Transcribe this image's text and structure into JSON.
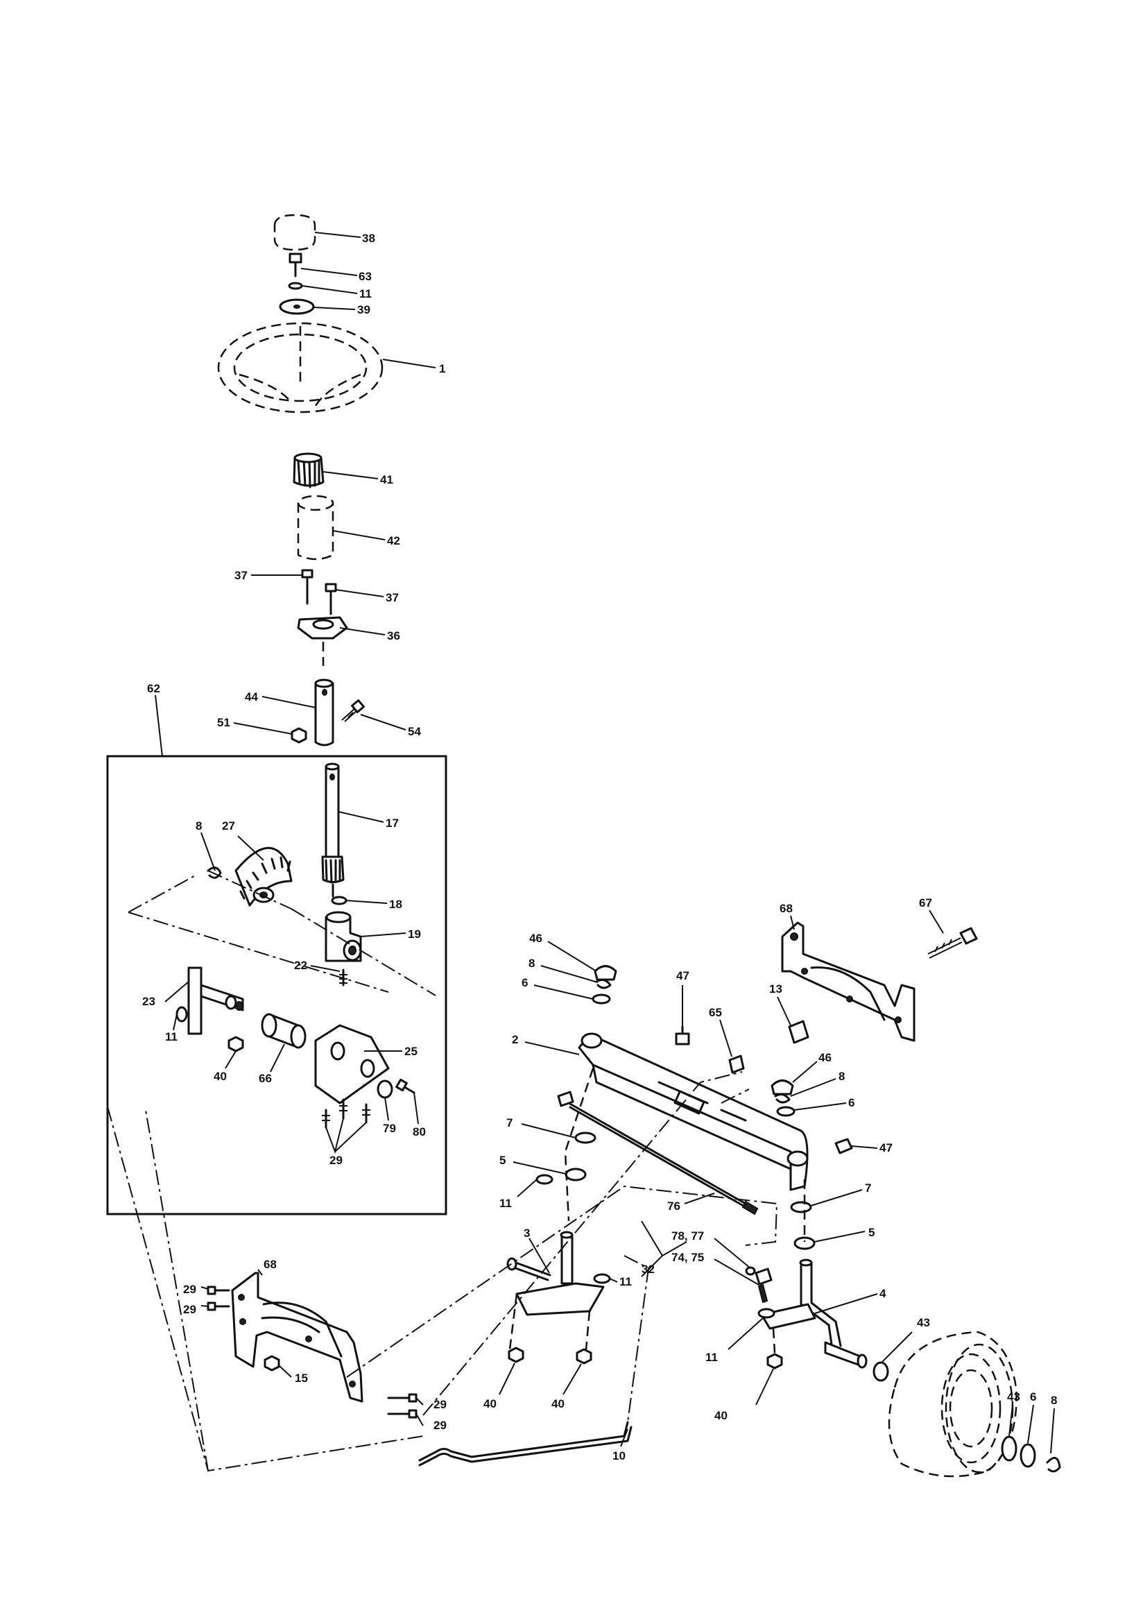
{
  "callouts": {
    "c38": "38",
    "c63": "63",
    "c11a": "11",
    "c39": "39",
    "c1": "1",
    "c41": "41",
    "c42": "42",
    "c37a": "37",
    "c37b": "37",
    "c36": "36",
    "c62": "62",
    "c44": "44",
    "c51": "51",
    "c54": "54",
    "c17": "17",
    "c8a": "8",
    "c27": "27",
    "c18": "18",
    "c19": "19",
    "c22": "22",
    "c23": "23",
    "c11b": "11",
    "c40a": "40",
    "c66": "66",
    "c25": "25",
    "c79": "79",
    "c80": "80",
    "c29a": "29",
    "c68a": "68",
    "c67": "67",
    "c46a": "46",
    "c8b": "8",
    "c6a": "6",
    "c47a": "47",
    "c13": "13",
    "c65": "65",
    "c2": "2",
    "c46b": "46",
    "c8c": "8",
    "c6b": "6",
    "c47b": "47",
    "c7a": "7",
    "c5a": "5",
    "c11c": "11",
    "c7b": "7",
    "c76": "76",
    "c5b": "5",
    "c3": "3",
    "c7877": "78, 77",
    "c7475": "74, 75",
    "c32": "32",
    "c11d": "11",
    "c4": "4",
    "c43a": "43",
    "c11e": "11",
    "c40b": "40",
    "c40c": "40",
    "c40d": "40",
    "c68b": "68",
    "c29b": "29",
    "c29c": "29",
    "c15": "15",
    "c29d": "29",
    "c29e": "29",
    "c10": "10",
    "c43b": "43",
    "c6c": "6",
    "c8d": "8"
  }
}
